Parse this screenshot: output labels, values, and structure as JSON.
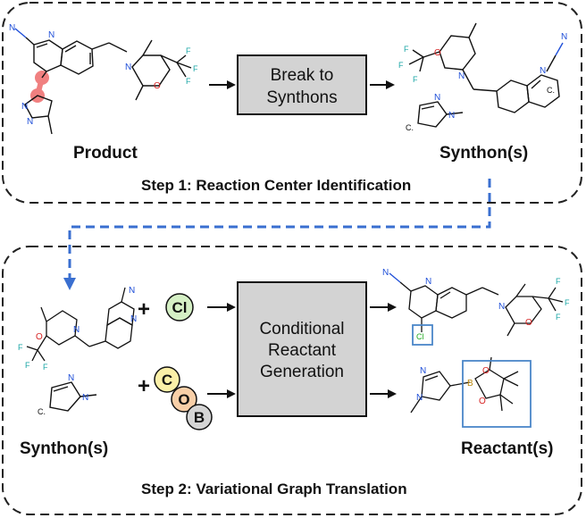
{
  "step1": {
    "product_label": "Product",
    "process_label_line1": "Break to",
    "process_label_line2": "Synthons",
    "synthons_label": "Synthon(s)",
    "step_title": "Step 1: Reaction Center Identification"
  },
  "step2": {
    "process_label_line1": "Conditional",
    "process_label_line2": "Reactant",
    "process_label_line3": "Generation",
    "synthons_label": "Synthon(s)",
    "reactants_label": "Reactant(s)",
    "step_title": "Step 2: Variational Graph Translation",
    "plus1": "+",
    "plus2": "+",
    "leaving_group_1": "Cl",
    "leaving_group_2": [
      "C",
      "O",
      "B"
    ]
  },
  "atoms": {
    "n": "N",
    "f": "F",
    "o": "O",
    "b": "B",
    "c_dot": "C.",
    "cl": "Cl"
  },
  "colors": {
    "border_dashed": "#222222",
    "connector_blue": "#3a6fd0",
    "process_box_fill": "#d3d3d3",
    "reaction_center_red": "#f08080",
    "highlight_box_blue": "#4a86c8",
    "cl_circle_fill": "#d5f0c5",
    "c_circle_fill": "#fbf0a8",
    "o_circle_fill": "#f8cfa8",
    "b_circle_fill": "#d5d5d5"
  }
}
